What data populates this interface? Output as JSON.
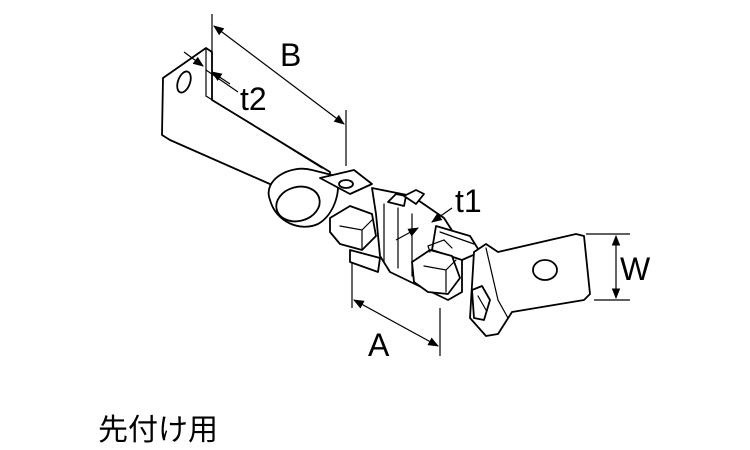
{
  "dimension_labels": {
    "b": "B",
    "t2": "t2",
    "t1": "t1",
    "w": "W",
    "a": "A"
  },
  "caption": "先付け用"
}
